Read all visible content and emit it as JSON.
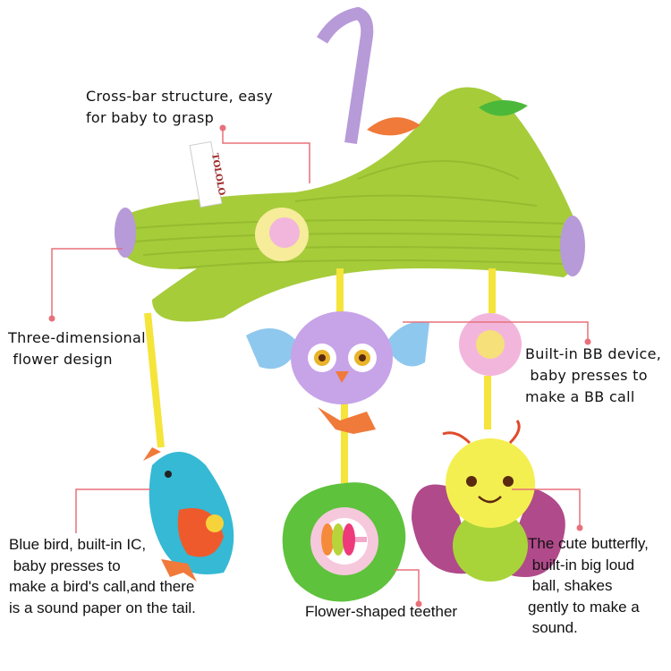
{
  "brand_tag": "TOLOLO",
  "callout_color": "#e8707a",
  "annotations": {
    "crossbar": [
      "Cross-bar structure, easy",
      "for baby to grasp"
    ],
    "flower": [
      "Three-dimensional",
      " flower design"
    ],
    "bb_device": [
      "Built-in BB device,",
      " baby presses to",
      "make a BB call"
    ],
    "blue_bird": [
      "Blue bird, built-in IC,",
      " baby presses to",
      "make a bird's call,and there",
      "is a sound paper on the tail."
    ],
    "teether": [
      "Flower-shaped teether"
    ],
    "butterfly": [
      "The cute butterfly,",
      " built-in big loud",
      " ball, shakes",
      "gently to make a",
      " sound."
    ]
  }
}
